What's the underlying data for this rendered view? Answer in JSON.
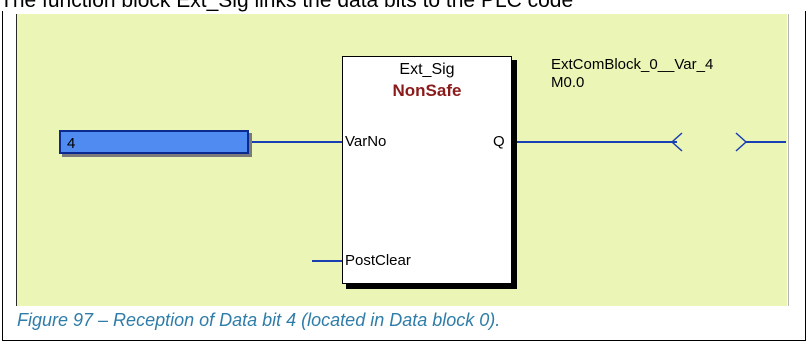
{
  "document": {
    "intro_text": "The function block Ext_Sig links the data bits to the PLC code"
  },
  "ladder": {
    "background_color": "#eaf5b6",
    "wire_color": "#1a3fb3"
  },
  "input": {
    "value": "4",
    "color": "#4f8bf0"
  },
  "function_block": {
    "name": "Ext_Sig",
    "type": "NonSafe",
    "type_color": "#8b1a1a",
    "pins": {
      "varno": "VarNo",
      "q": "Q",
      "postclear": "PostClear"
    }
  },
  "output": {
    "variable_name": "ExtComBlock_0__Var_4",
    "address": "M0.0",
    "coil_left": "<",
    "coil_right": ">"
  },
  "caption": "Figure 97 – Reception of Data bit 4 (located in Data block 0)."
}
